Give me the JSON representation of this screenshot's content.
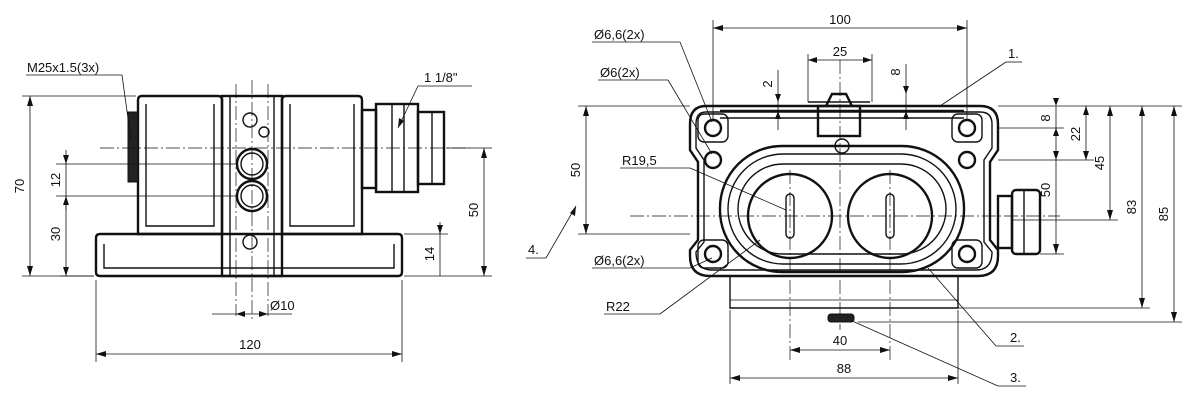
{
  "side_view": {
    "thread_label": "M25x1.5(3x)",
    "gland_label": "1 1/8\"",
    "dim_height_total": "70",
    "dim_hole_spacing": "12",
    "dim_base_height": "30",
    "dim_right_height": "50",
    "dim_foot_height": "14",
    "dim_hole_dia": "Ø10",
    "dim_width": "120"
  },
  "front_view": {
    "dim_width_top": "100",
    "dim_center_spacing": "25",
    "dim_small_2": "2",
    "dim_small_8": "8",
    "hole_top_left": "Ø6,6(2x)",
    "hole_mid_left": "Ø6(2x)",
    "radius_inner": "R19,5",
    "hole_bottom_left": "Ø6,6(2x)",
    "radius_outer": "R22",
    "dim_left_50": "50",
    "dim_right_8": "8",
    "dim_right_22": "22",
    "dim_right_45": "45",
    "dim_right_50": "50",
    "dim_right_83": "83",
    "dim_right_85": "85",
    "dim_bottom_40": "40",
    "dim_bottom_88": "88",
    "callout_1": "1.",
    "callout_2": "2.",
    "callout_3": "3.",
    "callout_4": "4."
  }
}
